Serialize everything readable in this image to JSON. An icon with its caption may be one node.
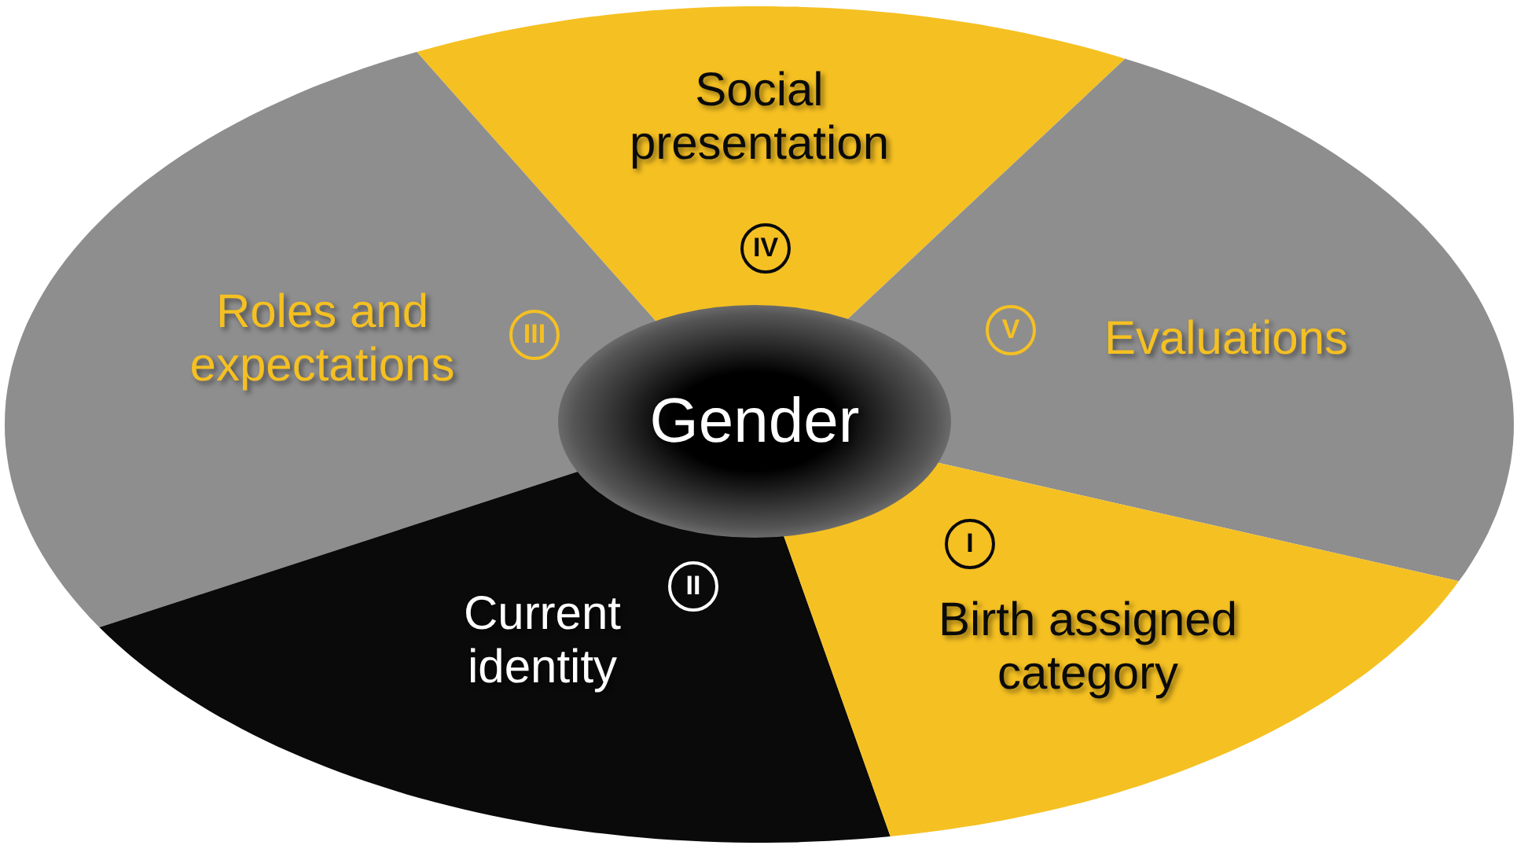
{
  "diagram": {
    "nodes": [
      {
        "text": [
          "Social presentation"
        ]
      },
      {
        "text": [
          "IV"
        ],
        "in": 0
      },
      {
        "text": [
          "Roles and expectations"
        ]
      },
      {
        "text": [
          "III"
        ],
        "in": 2
      },
      {
        "text": [
          "Evaluations"
        ]
      },
      {
        "text": [
          "V"
        ],
        "in": 4
      },
      {
        "text": [
          "Gender"
        ]
      },
      {
        "text": [
          "Current identity"
        ]
      },
      {
        "text": [
          "II"
        ],
        "in": 7
      },
      {
        "text": [
          "Birth assigned category"
        ]
      },
      {
        "text": [
          "I"
        ],
        "in": 9
      }
    ]
  }
}
